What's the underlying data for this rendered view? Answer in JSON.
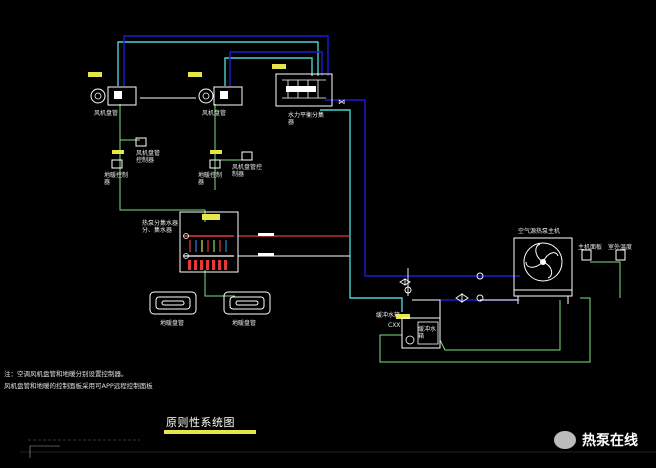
{
  "labels": {
    "fan_coil_left": "风机盘管",
    "fan_coil_mid": "风机盘管",
    "water_distributor": "水力平衡分集器",
    "thermostat_left": "地暖控制器",
    "fc_controller_left": "风机盘管控制器",
    "thermostat_mid": "地暖控制器",
    "fc_controller_mid": "风机盘管控制器",
    "floor_manifold": "热泵分集水器 分、集水器",
    "floor_coil_left": "地暖盘管",
    "floor_coil_right": "地暖盘管",
    "heat_pump": "空气源热泵主机",
    "heat_pump_controller": "主机面板",
    "outdoor_sensor": "室外温度",
    "buffer_tank_label": "缓冲水箱",
    "buffer_tank_text": "缓冲水箱",
    "buffer_tank_tag": "CXX"
  },
  "notes": {
    "line1": "注：空调风机盘管和地暖分别设置控制器。",
    "line2": "风机盘管和地暖的控制面板采用可APP远程控制面板"
  },
  "title": "原则性系统图",
  "watermark": "热泵在线",
  "colors": {
    "supply": "#e23a3a",
    "return": "#ffffff",
    "loop_blue": "#1a1ad8",
    "loop_cyan": "#4ad1d1",
    "control_green": "#7fe07f",
    "tag_yellow": "#e6e64a"
  }
}
